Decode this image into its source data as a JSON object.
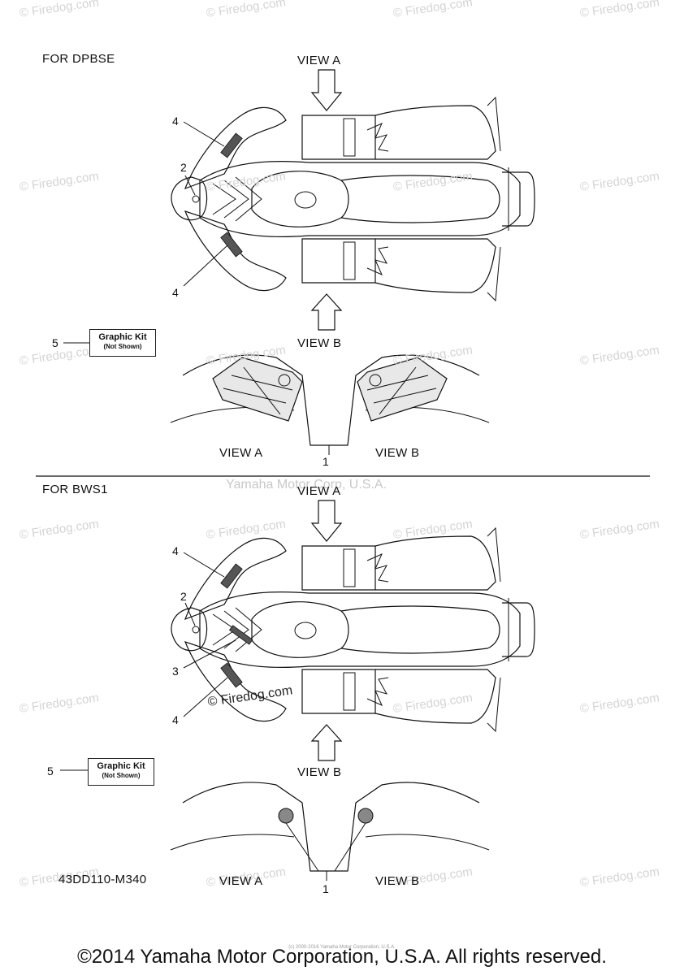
{
  "watermark": "© Firedog.com",
  "center_watermark": "Yamaha Motor Corp, U.S.A.",
  "sections": [
    {
      "heading": "FOR DPBSE",
      "view_a": "VIEW A",
      "view_b": "VIEW B",
      "callouts": [
        "4",
        "2",
        "4",
        "5",
        "1"
      ],
      "kit": {
        "title": "Graphic Kit",
        "note": "(Not Shown)"
      }
    },
    {
      "heading": "FOR BWS1",
      "view_a": "VIEW A",
      "view_b": "VIEW B",
      "callouts": [
        "4",
        "2",
        "3",
        "4",
        "5",
        "1"
      ],
      "kit": {
        "title": "Graphic Kit",
        "note": "(Not Shown)"
      }
    }
  ],
  "part_code": "43DD110-M340",
  "micro_text": "(c) 2000-2016 Yamaha Motor Corporation, U.S.A.",
  "copyright": "©2014 Yamaha Motor Corporation, U.S.A. All rights reserved."
}
